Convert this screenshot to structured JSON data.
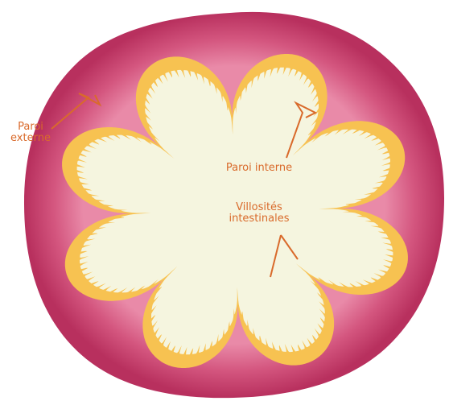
{
  "colors": {
    "outer_wall": "#c23e6a",
    "outer_wall_light": "#dc6f92",
    "submucosa": "#e7809f",
    "mucosa": "#f7c251",
    "lumen": "#f5f5df",
    "label": "#d96a2b"
  },
  "labels": {
    "paroi_externe": {
      "lines": [
        "Paroi",
        "externe"
      ]
    },
    "paroi_interne": {
      "text": "Paroi interne"
    },
    "villosites": {
      "lines": [
        "Villosités",
        "intestinales"
      ]
    }
  }
}
